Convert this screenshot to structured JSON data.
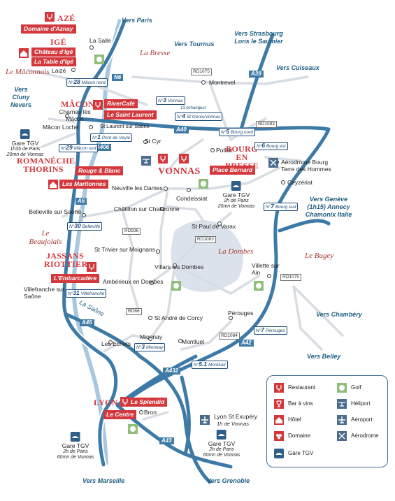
{
  "colors": {
    "motorway": "#3d7aa6",
    "accent": "#d3383d",
    "road": "#d8dde3",
    "river": "#a9c8df",
    "dombes": "#dbe2ec",
    "text": "#1f1f1f",
    "dest": "#1e5f82"
  },
  "destinations": {
    "paris": "Vers Paris",
    "tournus": "Vers Tournus",
    "strasbourg": "Vers Strasbourg Lons le Saumier",
    "cuiseaux": "Vers Cuiseaux",
    "cluny": "Vers Cluny Nevers",
    "geneve": "Vers Genève (1h15) Annecy Chamonix Italie",
    "chambery": "Vers Chambéry",
    "belley": "Vers Belley",
    "marseille": "Vers Marseille",
    "grenoble": "Vers Grenoble"
  },
  "regions": {
    "bresse": "La Bresse",
    "maconnais": "Le Mâconnais",
    "beaujolais": "Le Beaujolais",
    "dombes": "La Dombes",
    "bugey": "Le Bugey",
    "saone": "La Saône"
  },
  "towns": {
    "la_salle": "La Salle",
    "laize": "Laizé",
    "montrevel": "Montrevel",
    "charnay": "Charnay lès Mâcon",
    "macon_loche": "Mâcon Loché",
    "st_laurent": "St Laurent sur Saône",
    "st_cyr": "St Cyr",
    "polliat": "Polliat",
    "aerodrome_bourg": "Aérodrome Bourg Terre des Hommes",
    "ceyzeriat": "Ceyzériat",
    "neuville": "Neuville les Dames",
    "condeissiat": "Condeissiat",
    "belleville": "Belleville sur Saône",
    "chatillon": "Châtillon sur Chalaronne",
    "st_paul": "St Paul de Varax",
    "st_trivier": "St Trivier sur Moignans",
    "villars": "Villars les Dombes",
    "villette": "Villette sur Ain",
    "amberieux": "Ambérieux en Dombes",
    "villefranche": "Villefranche sur Saône",
    "st_andre": "St André de Corcy",
    "perouges": "Pérouges",
    "mionnay": "Mionnay",
    "les_echets": "Les Echets",
    "montluel": "Montluel",
    "bron": "Bron",
    "lyon_st_exupery": "Lyon St Exupéry",
    "lyon_st_exupery_time": "1h de Vonnas"
  },
  "tgv": {
    "macon_title": "Gare TGV",
    "macon_l1": "1h35 de Paris",
    "macon_l2": "20mn de Vonnas",
    "bourg_title": "Gare TGV",
    "bourg_l1": "2h de Paris",
    "bourg_l2": "20mn de Vonnas",
    "lyonpd_title": "Gare TGV",
    "lyonpd_l1": "2h de Paris",
    "lyonpd_l2": "60mn de Vonnas",
    "lyonse_title": "Gare TGV",
    "lyonse_l1": "2h de Paris",
    "lyonse_l2": "60mn de Vonnas"
  },
  "hubs": {
    "aze": "AZÉ",
    "ige": "IGÉ",
    "macon": "MÂCON",
    "vonnas": "VONNAS",
    "bourg": "BOURG EN BRESSE",
    "romaneche": "ROMANÈCHE THORINS",
    "jassans": "JASSANS RIOTTIER",
    "lyon": "LYON"
  },
  "establishments": {
    "domaine_aznay": "Domaine d'Aznay",
    "chateau_ige": "Château d'Igé",
    "table_ige": "La Table d'Igé",
    "rivercafe": "RiverCafé",
    "saint_laurent": "Le Saint Laurent",
    "place_bernard": "Place Bernard",
    "rouge_blanc": "Rouge & Blanc",
    "maritonnes": "Les Maritonnes",
    "embarcadere": "L'Embarcadère",
    "splendid": "Le Splendid",
    "centre": "Le Centre"
  },
  "highways": {
    "a6": "A6",
    "a6n": "N6",
    "a40": "A40",
    "a39": "A39",
    "a406": "A406",
    "a46": "A46",
    "a432": "A432",
    "a42": "A42",
    "a43": "A43"
  },
  "roads": {
    "rd1075": "RD1075",
    "rd1083a": "RD1083",
    "rd936": "RD936",
    "rd1083b": "RD1083",
    "rd1075b": "RD1075",
    "rd66": "RD66",
    "rd1084": "RD1084"
  },
  "exits": {
    "e28": {
      "num": "28",
      "name": "Mâcon nord"
    },
    "e1": {
      "num": "1",
      "name": "Pont de Veyle"
    },
    "e29": {
      "num": "29",
      "name": "Mâcon sud"
    },
    "e30": {
      "num": "30",
      "name": "Belleville"
    },
    "e31": {
      "num": "31",
      "name": "Villefranche"
    },
    "e3v": {
      "num": "3",
      "name": "Vonnas"
    },
    "e4": {
      "num": "4",
      "name": "St Genis/Vonnas"
    },
    "e5": {
      "num": "5",
      "name": "Bourg nord"
    },
    "e6": {
      "num": "6",
      "name": "Bourg est"
    },
    "e7b": {
      "num": "7",
      "name": "Bourg sud"
    },
    "e7p": {
      "num": "7",
      "name": "Pérouges"
    },
    "e3m": {
      "num": "3",
      "name": "Mionnay"
    },
    "e51": {
      "num": "5.1",
      "name": "Montluel"
    }
  },
  "signage": {
    "exit_prefix": "N°",
    "echangeur": "13 échangeur"
  },
  "legend": {
    "restaurant": "Restaurant",
    "bar": "Bar à vins",
    "hotel": "Hôtel",
    "domaine": "Domaine",
    "tgv": "Gare TGV",
    "golf": "Golf",
    "heliport": "Héliport",
    "aeroport": "Aéroport",
    "aerodrome": "Aérodrome"
  }
}
